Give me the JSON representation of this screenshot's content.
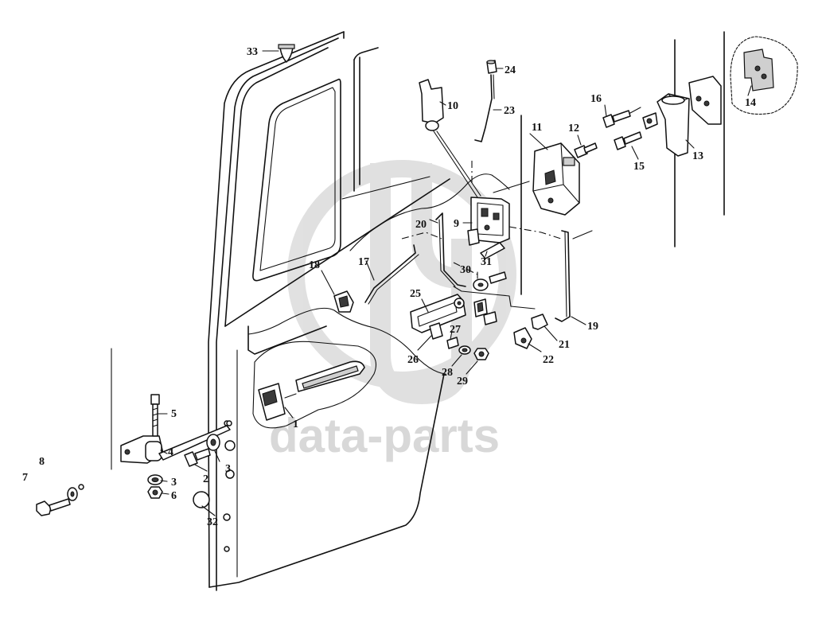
{
  "watermark": {
    "text": "data-parts",
    "color": "#c8c8c8"
  },
  "callouts": [
    "1",
    "2",
    "3",
    "3",
    "3",
    "4",
    "5",
    "6",
    "7",
    "8",
    "9",
    "10",
    "11",
    "12",
    "13",
    "14",
    "15",
    "16",
    "17",
    "18",
    "19",
    "20",
    "21",
    "22",
    "23",
    "24",
    "25",
    "26",
    "27",
    "28",
    "29",
    "30",
    "31",
    "32",
    "33"
  ]
}
